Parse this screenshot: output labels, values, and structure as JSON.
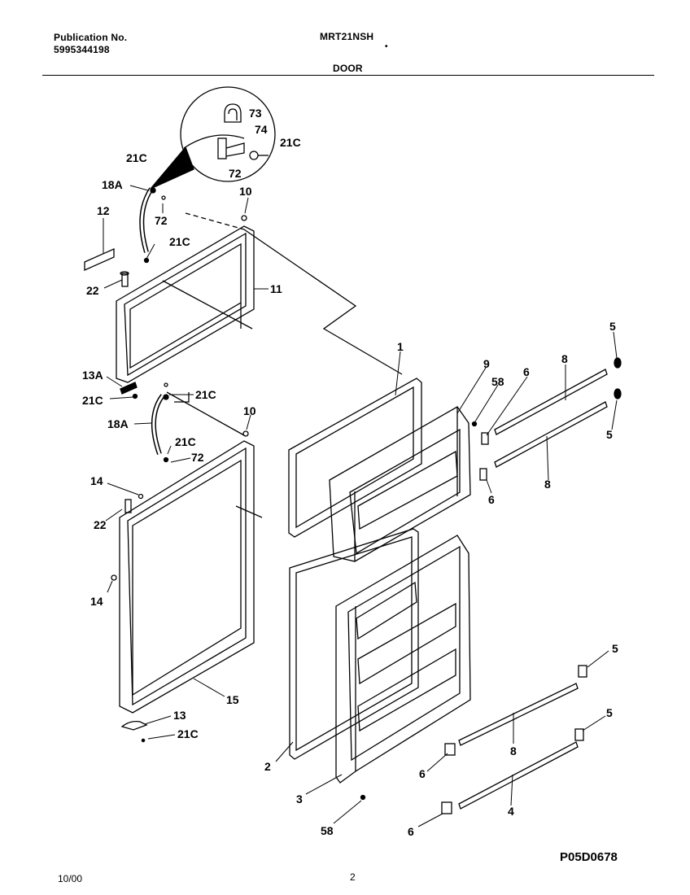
{
  "header": {
    "publication_label": "Publication No.",
    "publication_number": "5995344198",
    "model": "MRT21NSH",
    "dot": "•",
    "section": "DOOR"
  },
  "footer": {
    "date": "10/00",
    "page": "2",
    "figure_number": "P05D0678"
  },
  "callouts": {
    "c73": "73",
    "c74": "74",
    "c21c_a": "21C",
    "c72_a": "72",
    "c21c_b": "21C",
    "c18a_a": "18A",
    "c72_b": "72",
    "c10_a": "10",
    "c12": "12",
    "c21c_c": "21C",
    "c22_a": "22",
    "c11": "11",
    "c13a": "13A",
    "c21c_d": "21C",
    "c21c_e": "21C",
    "c18a_b": "18A",
    "c10_b": "10",
    "c21c_f": "21C",
    "c72_c": "72",
    "c14_a": "14",
    "c22_b": "22",
    "c14_b": "14",
    "c15": "15",
    "c13": "13",
    "c21c_g": "21C",
    "c1": "1",
    "c9": "9",
    "c58_a": "58",
    "c6_a": "6",
    "c8_a": "8",
    "c5_a": "5",
    "c5_b": "5",
    "c6_b": "6",
    "c8_b": "8",
    "c5_c": "5",
    "c5_d": "5",
    "c8_c": "8",
    "c6_c": "6",
    "c2": "2",
    "c3": "3",
    "c58_b": "58",
    "c6_d": "6",
    "c4": "4"
  }
}
